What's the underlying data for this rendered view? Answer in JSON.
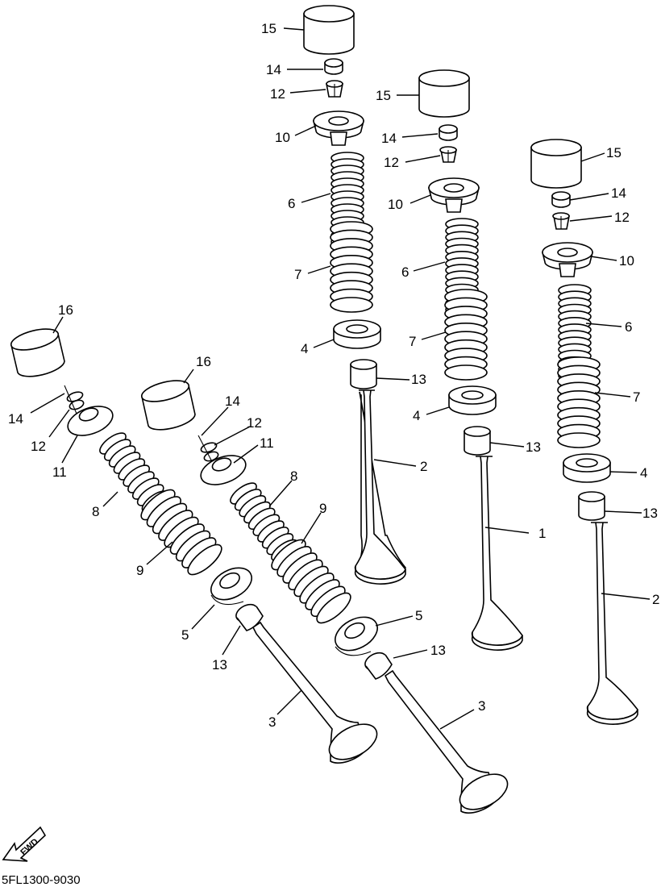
{
  "diagram": {
    "code": "5FL1300-9030",
    "fwd_label": "FWD",
    "callouts": {
      "c15a": "15",
      "c14a": "14",
      "c12a": "12",
      "c10a": "10",
      "c6a": "6",
      "c7a": "7",
      "c4a": "4",
      "c13a": "13",
      "c2a": "2",
      "c15b": "15",
      "c14b": "14",
      "c12b": "12",
      "c10b": "10",
      "c6b": "6",
      "c7b": "7",
      "c4b": "4",
      "c13b": "13",
      "c1b": "1",
      "c15c": "15",
      "c14c": "14",
      "c12c": "12",
      "c10c": "10",
      "c6c": "6",
      "c7c": "7",
      "c4c": "4",
      "c13c": "13",
      "c2c": "2",
      "c16d": "16",
      "c14d": "14",
      "c12d": "12",
      "c11d": "11",
      "c8d": "8",
      "c9d": "9",
      "c5d": "5",
      "c13d": "13",
      "c3d": "3",
      "c16e": "16",
      "c14e": "14",
      "c12e": "12",
      "c11e": "11",
      "c8e": "8",
      "c9e": "9",
      "c5e": "5",
      "c13e": "13",
      "c3e": "3"
    }
  }
}
